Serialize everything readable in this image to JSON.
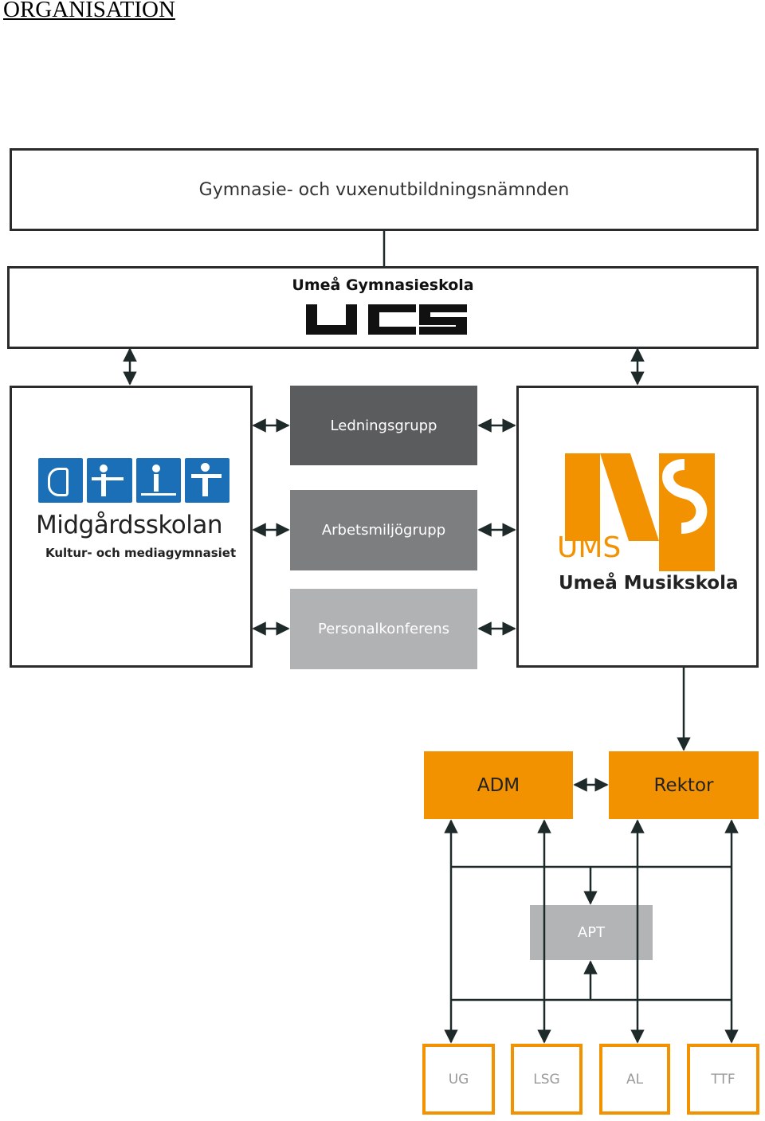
{
  "page": {
    "heading": "ORGANISATION"
  },
  "nodes": {
    "board": "Gymnasie- och vuxenutbildningsnämnden",
    "ugs": {
      "name": "Umeå Gymnasieskola",
      "logo_text": "UGS"
    },
    "midgard": {
      "name": "Midgårdsskolan",
      "subtitle": "Kultur- och mediagymnasiet"
    },
    "musik": {
      "name": "Umeå Musikskola",
      "logo_text": "UMS"
    },
    "groups": [
      "Ledningsgrupp",
      "Arbetsmiljögrupp",
      "Personalkonferens"
    ],
    "adm": "ADM",
    "rektor": "Rektor",
    "apt": "APT",
    "units": [
      "UG",
      "LSG",
      "AL",
      "TTF"
    ]
  },
  "colors": {
    "orange": "#f39200",
    "dark_gray": "#5b5c5e",
    "mid_gray": "#7d7e80",
    "light_gray": "#b1b2b4",
    "apt_gray": "#b3b4b6",
    "midgard_blue": "#1a6fb6",
    "line": "#1e2a2a"
  }
}
